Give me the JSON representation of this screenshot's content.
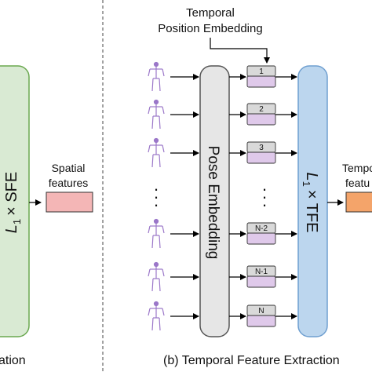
{
  "left_panel": {
    "block_label": "L1 × SFE",
    "block_label_var": "L",
    "block_label_sub": "1",
    "block_label_rest": "× SFE",
    "features_line1": "Spatial",
    "features_line2": "features",
    "caption_fragment": "ation",
    "colors": {
      "block_fill": "#d9ead3",
      "block_stroke": "#6aa84f",
      "feature_fill": "#f4b6b6"
    }
  },
  "right_panel": {
    "tpe_line1": "Temporal",
    "tpe_line2": "Position Embedding",
    "pose_embedding_label": "Pose Embedding",
    "tfe_label_var": "L",
    "tfe_label_sub": "1",
    "tfe_label_rest": "× TFE",
    "token_labels": [
      "1",
      "2",
      "3",
      "N-2",
      "N-1",
      "N"
    ],
    "ellipsis": "·\n·\n·",
    "out_line1": "Tempo",
    "out_line2": "featu",
    "caption": "(b) Temporal Feature Extraction",
    "colors": {
      "pose_fill": "#e6e6e6",
      "pose_stroke": "#555555",
      "tfe_fill": "#bcd6ee",
      "tfe_stroke": "#6f9fd0",
      "token_top_fill": "#d9d9d9",
      "token_bottom_fill": "#dfc9ea",
      "output_fill": "#f4a46a",
      "skeleton": "#9b77c9"
    }
  },
  "divider": {
    "style": "dashed"
  }
}
